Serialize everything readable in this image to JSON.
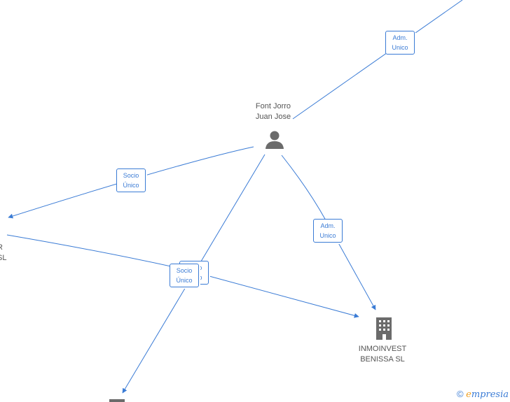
{
  "nodes": {
    "person": {
      "label": "Font Jorro\nJuan Jose"
    },
    "company_main": {
      "label": "INMOINVEST\nBENISSA  SL"
    },
    "company_left_partial": {
      "label": "R\nSL"
    }
  },
  "edge_labels": {
    "adm_top": "Adm.\nUnico",
    "socio_left": "Socio\nÚnico",
    "adm_right": "Adm.\nUnico",
    "socio_mid_back": "Socio\nÚnico",
    "socio_mid_front": "Socio\nÚnico"
  },
  "brand": {
    "copyright": "©",
    "e_letter": "e",
    "name": "mpresia"
  },
  "colors": {
    "edge": "#3a7bd5",
    "icon": "#6b6b6b",
    "brand_accent": "#f0a020"
  }
}
